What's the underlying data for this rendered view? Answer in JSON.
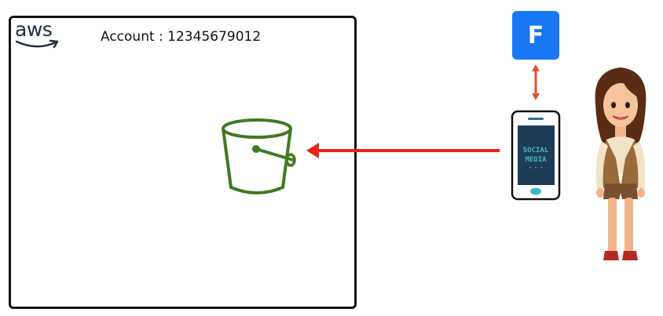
{
  "account": {
    "label": "Account : 12345679012"
  },
  "aws_logo": {
    "text": "aws",
    "icon": "aws-logo"
  },
  "bucket": {
    "icon": "s3-bucket-icon",
    "color": "#3f7a22"
  },
  "facebook_tile": {
    "letter": "F",
    "color": "#1877f2",
    "icon": "facebook-icon"
  },
  "phone": {
    "screen_text_line1": "SOCIAL",
    "screen_text_line2": "MEDIA",
    "screen_text_line3": "• • •",
    "icon": "smartphone-icon"
  },
  "arrows": {
    "upload_color": "#e8251a",
    "sync_color": "#e0542a"
  },
  "person": {
    "icon": "woman-user-icon"
  }
}
